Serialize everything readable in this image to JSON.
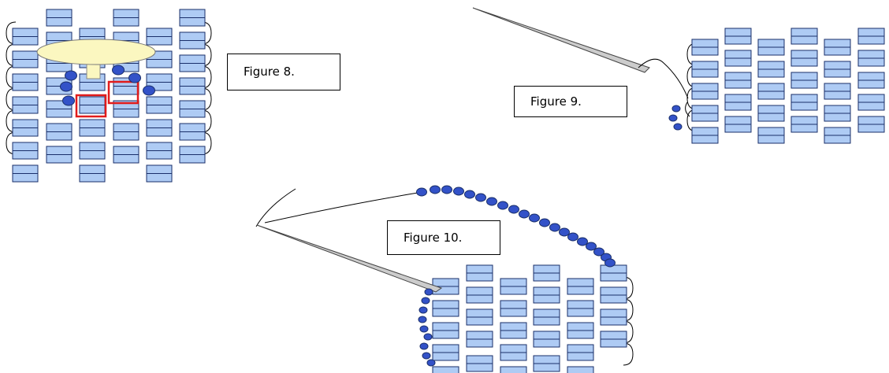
{
  "figures": [
    {
      "id": "fig8",
      "label": "Figure 8."
    },
    {
      "id": "fig9",
      "label": "Figure 9."
    },
    {
      "id": "fig10",
      "label": "Figure 10."
    }
  ],
  "colors": {
    "bead_fill": "#aecbf4",
    "bead_stroke": "#1a2f6a",
    "round_bead": "#3352c8",
    "highlight_frame": "#e11b1b",
    "lamp": "#fbf7c0",
    "needle": "#cccccc",
    "thread": "#000000"
  },
  "icons": [
    "needle-icon",
    "lamp-icon",
    "round-bead-icon",
    "cylinder-bead-icon"
  ]
}
